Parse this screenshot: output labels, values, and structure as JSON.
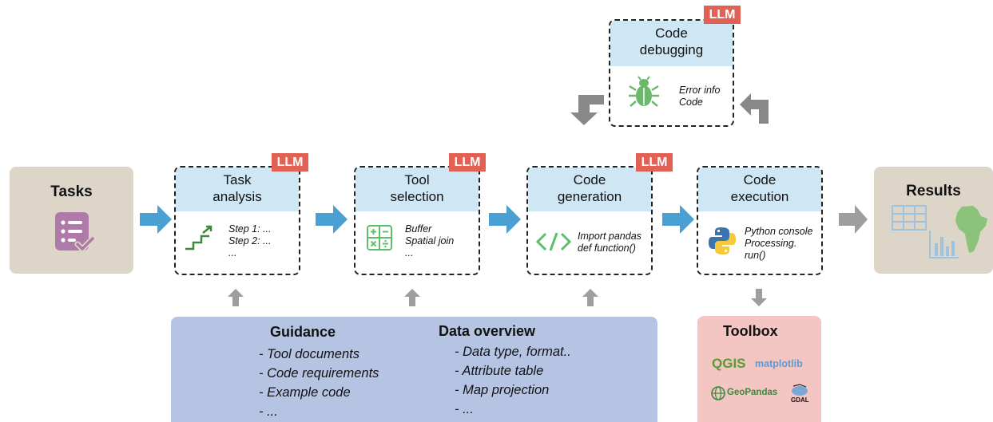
{
  "tasks": {
    "title": "Tasks",
    "icon": "task-list-check-icon"
  },
  "results": {
    "title": "Results",
    "icons": [
      "table-icon",
      "bar-chart-icon",
      "africa-map-icon"
    ]
  },
  "stages": {
    "task_analysis": {
      "title_1": "Task",
      "title_2": "analysis",
      "badge": "LLM",
      "icon": "stairs-icon",
      "items": [
        "Step 1: ...",
        "Step 2: ...",
        "..."
      ]
    },
    "tool_selection": {
      "title_1": "Tool",
      "title_2": "selection",
      "badge": "LLM",
      "icon": "calculator-icon",
      "items": [
        "Buffer",
        "Spatial join",
        "..."
      ]
    },
    "code_generation": {
      "title_1": "Code",
      "title_2": "generation",
      "badge": "LLM",
      "icon": "code-brackets-icon",
      "items": [
        "Import pandas",
        "def function()"
      ]
    },
    "code_execution": {
      "title_1": "Code",
      "title_2": "execution",
      "icon": "python-icon",
      "items": [
        "Python console",
        "Processing.",
        "run()"
      ]
    },
    "code_debugging": {
      "title_1": "Code",
      "title_2": "debugging",
      "badge": "LLM",
      "icon": "bug-icon",
      "items": [
        "Error info",
        "Code"
      ]
    }
  },
  "guidance": {
    "title": "Guidance",
    "items": [
      "- Tool documents",
      "- Code requirements",
      "- Example code",
      "- ..."
    ]
  },
  "data_overview": {
    "title": "Data overview",
    "items": [
      "- Data type, format..",
      "- Attribute table",
      "- Map projection",
      "- ..."
    ]
  },
  "toolbox": {
    "title": "Toolbox",
    "logos": {
      "qgis": "QGIS",
      "matplotlib": "matplotlib",
      "geopandas": "GeoPandas",
      "gdal": "GDAL"
    }
  },
  "colors": {
    "flow_arrow": "#4a9fd3",
    "feedback_arrow": "#9e9e9e",
    "stage_header": "#cfe6f4",
    "llm_badge": "#e26155",
    "side_box": "#ddd5c8",
    "context_box": "#b6c4e4",
    "toolbox_box": "#f3c6c3"
  }
}
